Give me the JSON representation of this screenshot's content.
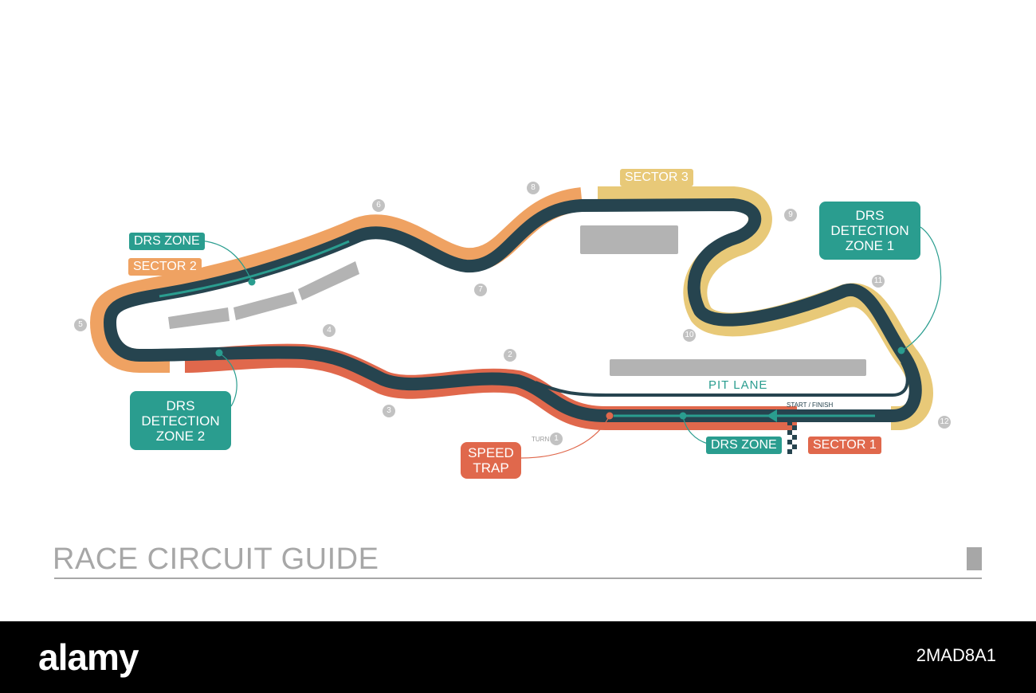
{
  "colors": {
    "track": "#26444f",
    "sector1": "#e0684c",
    "sector2": "#efa262",
    "sector3": "#e8c978",
    "drs": "#2a9d8f",
    "grey": "#b3b3b3",
    "turn_marker": "#c2c2c2"
  },
  "labels": {
    "sector1": "SECTOR 1",
    "sector2": "SECTOR 2",
    "sector3": "SECTOR 3",
    "drs_zone_top": "DRS ZONE",
    "drs_zone_bottom": "DRS ZONE",
    "drs_detection_1": "DRS\nDETECTION\nZONE 1",
    "drs_detection_2": "DRS\nDETECTION\nZONE 2",
    "speed_trap": "SPEED\nTRAP",
    "pit_lane": "PIT LANE",
    "start_finish": "START / FINISH",
    "turn_word": "TURN"
  },
  "turns": [
    "1",
    "2",
    "3",
    "4",
    "5",
    "6",
    "7",
    "8",
    "9",
    "10",
    "11",
    "12"
  ],
  "title": "RACE CIRCUIT GUIDE",
  "footer": {
    "logo": "alamy",
    "image_id": "2MAD8A1"
  }
}
